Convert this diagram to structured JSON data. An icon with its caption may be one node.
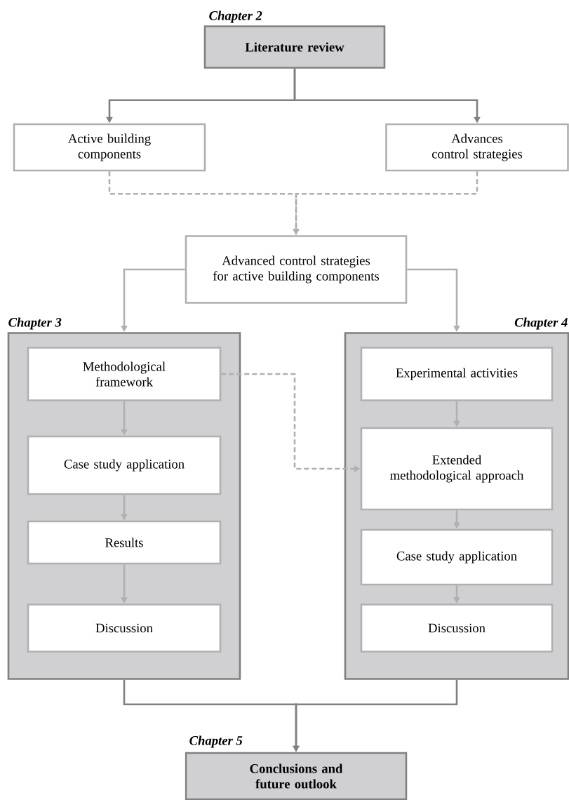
{
  "diagram": {
    "nodes": [
      {
        "text": [
          "Chapter 2",
          "Literature review"
        ]
      },
      {
        "text": [
          "Active building components"
        ]
      },
      {
        "text": [
          "Advances control strategies"
        ]
      },
      {
        "text": [
          "Advanced control strategies for active building components"
        ]
      },
      {
        "text": [
          "Chapter 3"
        ]
      },
      {
        "text": [
          "Methodological framework"
        ],
        "in": 4
      },
      {
        "text": [
          "Case study application"
        ],
        "in": 4
      },
      {
        "text": [
          "Results"
        ],
        "in": 4
      },
      {
        "text": [
          "Discussion"
        ],
        "in": 4
      },
      {
        "text": [
          "Chapter 4"
        ]
      },
      {
        "text": [
          "Experimental activities"
        ],
        "in": 9
      },
      {
        "text": [
          "Extended methodological approach"
        ],
        "in": 9
      },
      {
        "text": [
          "Case study application"
        ],
        "in": 9
      },
      {
        "text": [
          "Discussion"
        ],
        "in": 9
      },
      {
        "text": [
          "Chapter 5",
          "Conclusions and future outlook"
        ]
      }
    ],
    "edges": [
      {
        "from": 0,
        "to": 1,
        "arrow": "to",
        "color": "#808080"
      },
      {
        "from": 0,
        "to": 2,
        "arrow": "to",
        "color": "#808080"
      },
      {
        "from": 1,
        "to": 3,
        "arrow": "to",
        "style": "dashed"
      },
      {
        "from": 2,
        "to": 3,
        "arrow": "to",
        "style": "dashed"
      },
      {
        "from": 3,
        "to": 4,
        "arrow": "to"
      },
      {
        "from": 3,
        "to": 9,
        "arrow": "to"
      },
      {
        "from": 5,
        "to": 6,
        "arrow": "to"
      },
      {
        "from": 6,
        "to": 7,
        "arrow": "to"
      },
      {
        "from": 7,
        "to": 8,
        "arrow": "to"
      },
      {
        "from": 10,
        "to": 11,
        "arrow": "to"
      },
      {
        "from": 11,
        "to": 12,
        "arrow": "to"
      },
      {
        "from": 12,
        "to": 13,
        "arrow": "to"
      },
      {
        "from": 5,
        "to": 11,
        "arrow": "to",
        "style": "dashed"
      },
      {
        "from": 4,
        "to": 14,
        "arrow": "to",
        "color": "#808080"
      },
      {
        "from": 9,
        "to": 14,
        "arrow": "to",
        "color": "#808080"
      }
    ]
  }
}
